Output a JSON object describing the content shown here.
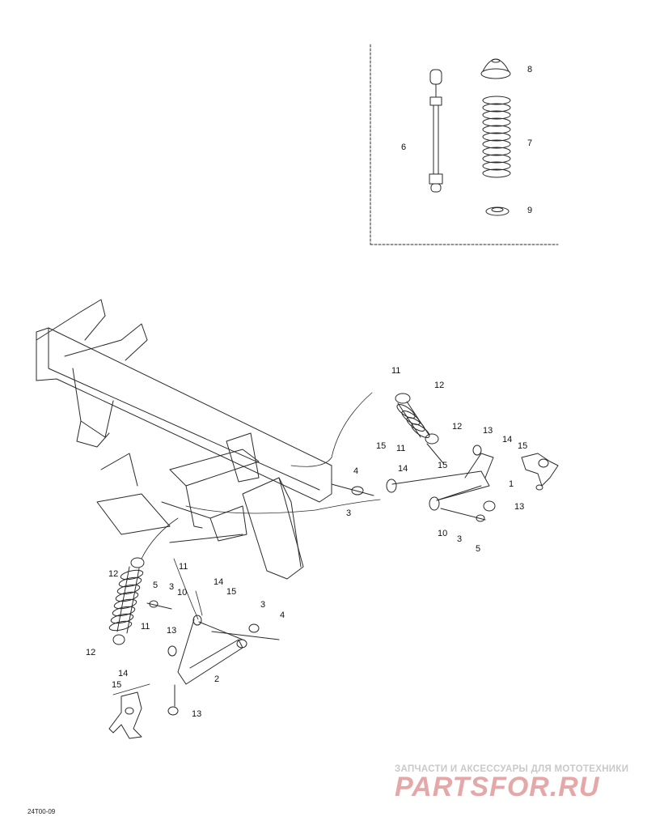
{
  "callouts": {
    "c1": "1",
    "c2": "2",
    "c3a": "3",
    "c3b": "3",
    "c3c": "3",
    "c3d": "3",
    "c4a": "4",
    "c4b": "4",
    "c5a": "5",
    "c5b": "5",
    "c6": "6",
    "c7": "7",
    "c8": "8",
    "c9": "9",
    "c10a": "10",
    "c10b": "10",
    "c11a": "11",
    "c11b": "11",
    "c11c": "11",
    "c11d": "11",
    "c12a": "12",
    "c12b": "12",
    "c12c": "12",
    "c12d": "12",
    "c13a": "13",
    "c13b": "13",
    "c13c": "13",
    "c13d": "13",
    "c14a": "14",
    "c14b": "14",
    "c14c": "14",
    "c14d": "14",
    "c15a": "15",
    "c15b": "15",
    "c15c": "15",
    "c15d": "15",
    "c15e": "15"
  },
  "reference_code": "24T00-09",
  "watermark": {
    "subtitle": "ЗАПЧАСТИ И АКСЕССУАРЫ ДЛЯ МОТОТЕХНИКИ",
    "logo": "PARTSFOR.RU"
  },
  "colors": {
    "line": "#2a2a2a",
    "watermark_logo": "#e5a8a8",
    "watermark_text": "#c9c9c9"
  }
}
